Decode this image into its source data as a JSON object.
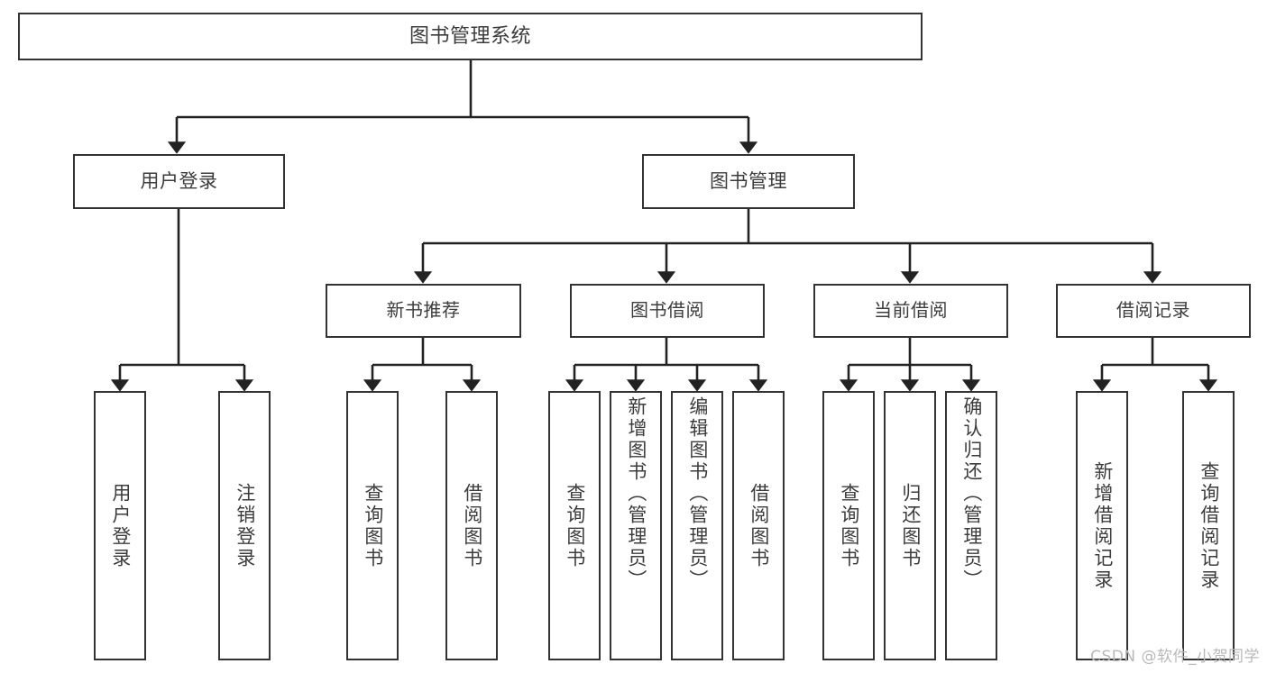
{
  "diagram": {
    "title": "图书管理系统",
    "type": "tree-hierarchy-chart",
    "watermark": "CSDN @软件_小贺同学",
    "colors": {
      "node_border": "#333333",
      "node_fill": "#ffffff",
      "text": "#3c3c3c",
      "connector": "#222222",
      "watermark": "#b9b9b9",
      "background": "#ffffff"
    },
    "root": {
      "label": "图书管理系统"
    },
    "level2": [
      {
        "label": "用户登录"
      },
      {
        "label": "图书管理"
      }
    ],
    "level3": [
      {
        "label": "新书推荐"
      },
      {
        "label": "图书借阅"
      },
      {
        "label": "当前借阅"
      },
      {
        "label": "借阅记录"
      }
    ],
    "leaves": {
      "user_login": [
        {
          "label": "用户登录"
        },
        {
          "label": "注销登录"
        }
      ],
      "new_book_recommend": [
        {
          "label": "查询图书"
        },
        {
          "label": "借阅图书"
        }
      ],
      "book_borrow": [
        {
          "label": "查询图书"
        },
        {
          "label": "新增图书（管理员）"
        },
        {
          "label": "编辑图书（管理员）"
        },
        {
          "label": "借阅图书"
        }
      ],
      "current_borrow": [
        {
          "label": "查询图书"
        },
        {
          "label": "归还图书"
        },
        {
          "label": "确认归还（管理员）"
        }
      ],
      "borrow_records": [
        {
          "label": "新增借阅记录"
        },
        {
          "label": "查询借阅记录"
        }
      ]
    }
  }
}
